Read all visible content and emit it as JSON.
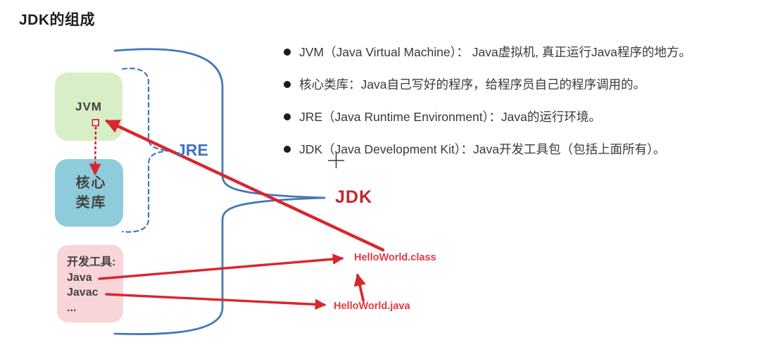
{
  "title": "JDK的组成",
  "diagram": {
    "jvm_box": {
      "label": "JVM",
      "fill": "#d7eec6"
    },
    "core_box": {
      "line1": "核心",
      "line2": "类库",
      "fill": "#8fccdb"
    },
    "dev_box": {
      "title": "开发工具:",
      "line2": "Java",
      "line3": "Javac",
      "line4": "...",
      "fill": "#f8d5d8"
    },
    "jre_label": "JRE",
    "jdk_label": "JDK",
    "helloworld_class": "HelloWorld.class",
    "helloworld_java": "HelloWorld.java",
    "colors": {
      "brace_blue": "#4678b4",
      "arrow_red": "#d9262f",
      "jre_text_blue": "#3f74bd",
      "jdk_text_red": "#c5242e",
      "helloworld_red": "#e23a45"
    }
  },
  "bullets": [
    {
      "text": "JVM（Java Virtual Machine）： Java虚拟机, 真正运行Java程序的地方。"
    },
    {
      "text": "核心类库：Java自己写好的程序，给程序员自己的程序调用的。"
    },
    {
      "text": "JRE（Java Runtime Environment）：Java的运行环境。"
    },
    {
      "text": "JDK（Java Development Kit）：Java开发工具包（包括上面所有）。"
    }
  ]
}
